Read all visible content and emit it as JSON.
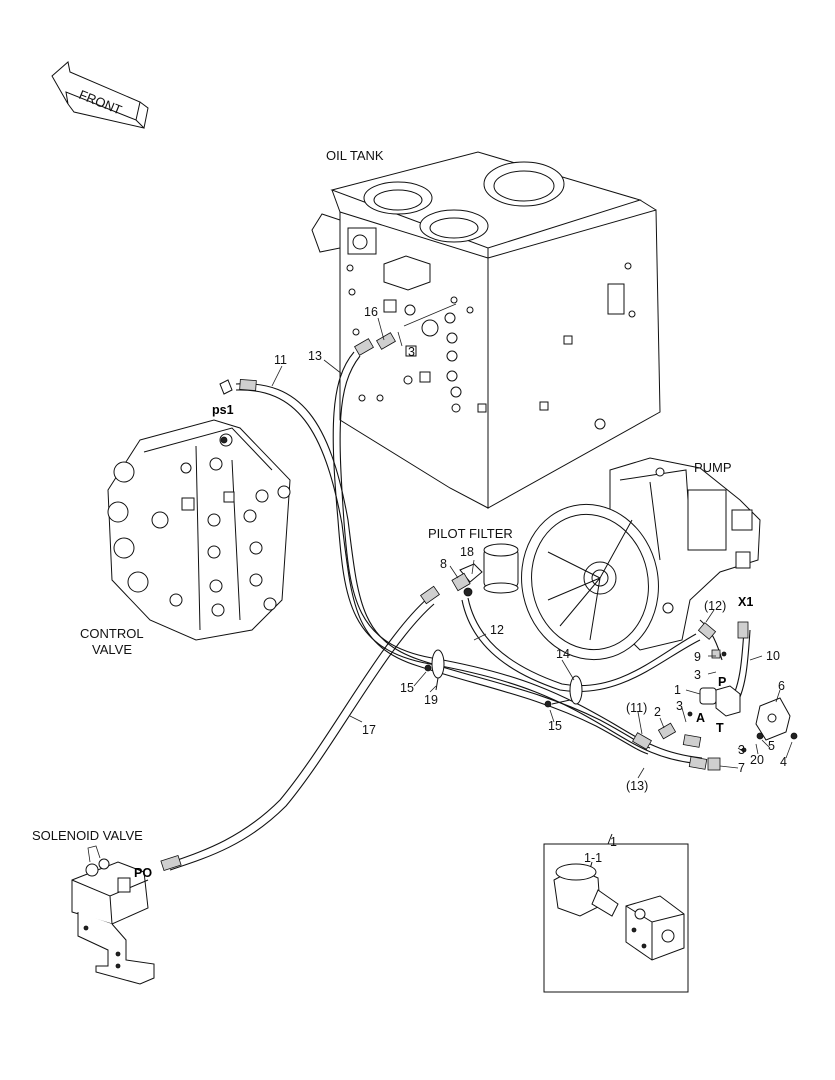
{
  "labels": {
    "front": "FRONT",
    "oil_tank": "OIL TANK",
    "pump": "PUMP",
    "pilot_filter": "PILOT FILTER",
    "control_valve_1": "CONTROL",
    "control_valve_2": "VALVE",
    "solenoid_valve": "SOLENOID VALVE"
  },
  "ports": {
    "ps1": "ps1",
    "x1": "X1",
    "p": "P",
    "a": "A",
    "t": "T",
    "po": "PO"
  },
  "parts": {
    "p11": "11",
    "p13": "13",
    "p16": "16",
    "p3a": "3",
    "p18": "18",
    "p8": "8",
    "p12": "12",
    "p14": "14",
    "p15a": "15",
    "p19": "19",
    "p15b": "15",
    "p17": "17",
    "p12b": "(12)",
    "p9": "9",
    "p3b": "3",
    "p10": "10",
    "p1": "1",
    "p6": "6",
    "p11b": "(11)",
    "p2": "2",
    "p3c": "3",
    "p13b": "(13)",
    "p3d": "3",
    "p5": "5",
    "p20": "20",
    "p4": "4",
    "p7": "7",
    "inset_1": "1",
    "inset_1_1": "1-1"
  }
}
